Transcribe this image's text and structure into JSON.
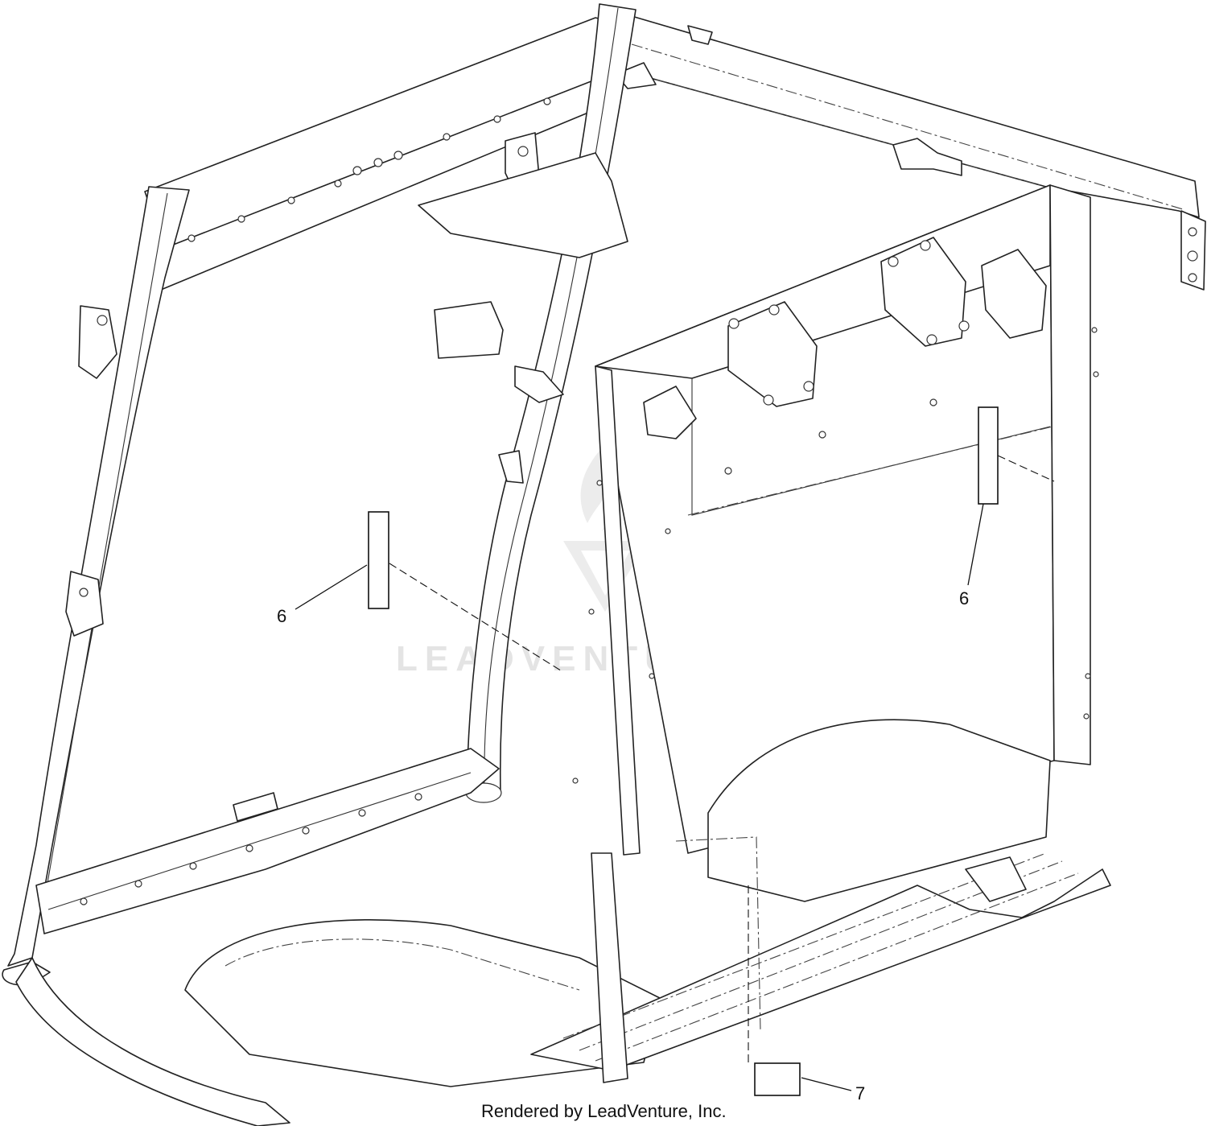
{
  "callouts": [
    {
      "label": "6"
    },
    {
      "label": "6"
    },
    {
      "label": "7"
    }
  ],
  "watermark": {
    "text": "LEADVENTURE"
  },
  "footer": {
    "text": "Rendered by LeadVenture, Inc."
  }
}
